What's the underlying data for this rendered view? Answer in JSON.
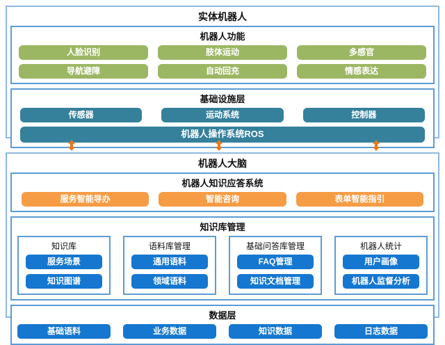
{
  "colors": {
    "outer_border": "#8fb8e2",
    "inner_border": "#5b9bd5",
    "green": "#9cb764",
    "teal": "#35809b",
    "orange": "#f59c45",
    "blue": "#1577d0",
    "arrow": "#e8761b"
  },
  "physical_robot": {
    "title": "实体机器人",
    "functions": {
      "title": "机器人功能",
      "buttons": [
        "人脸识别",
        "肢体运动",
        "多感官",
        "导航避障",
        "自动回充",
        "情感表达"
      ]
    },
    "infrastructure": {
      "title": "基础设施层",
      "buttons": [
        "传感器",
        "运动系统",
        "控制器"
      ],
      "full_width_button": "机器人操作系统ROS"
    }
  },
  "robot_brain": {
    "title": "机器人大脑",
    "qa_system": {
      "title": "机器人知识应答系统",
      "buttons": [
        "服务智能导办",
        "智能咨询",
        "表单智能指引"
      ]
    },
    "knowledge_mgmt": {
      "title": "知识库管理",
      "groups": [
        {
          "title": "知识库",
          "buttons": [
            "服务场景",
            "知识图谱"
          ]
        },
        {
          "title": "语料库管理",
          "buttons": [
            "通用语料",
            "领域语料"
          ]
        },
        {
          "title": "基础问答库管理",
          "buttons": [
            "FAQ管理",
            "知识文档管理"
          ]
        },
        {
          "title": "机器人统计",
          "buttons": [
            "用户画像",
            "机器人监督分析"
          ]
        }
      ]
    },
    "data_layer": {
      "title": "数据层",
      "buttons": [
        "基础语料",
        "业务数据",
        "知识数据",
        "日志数据"
      ]
    }
  }
}
